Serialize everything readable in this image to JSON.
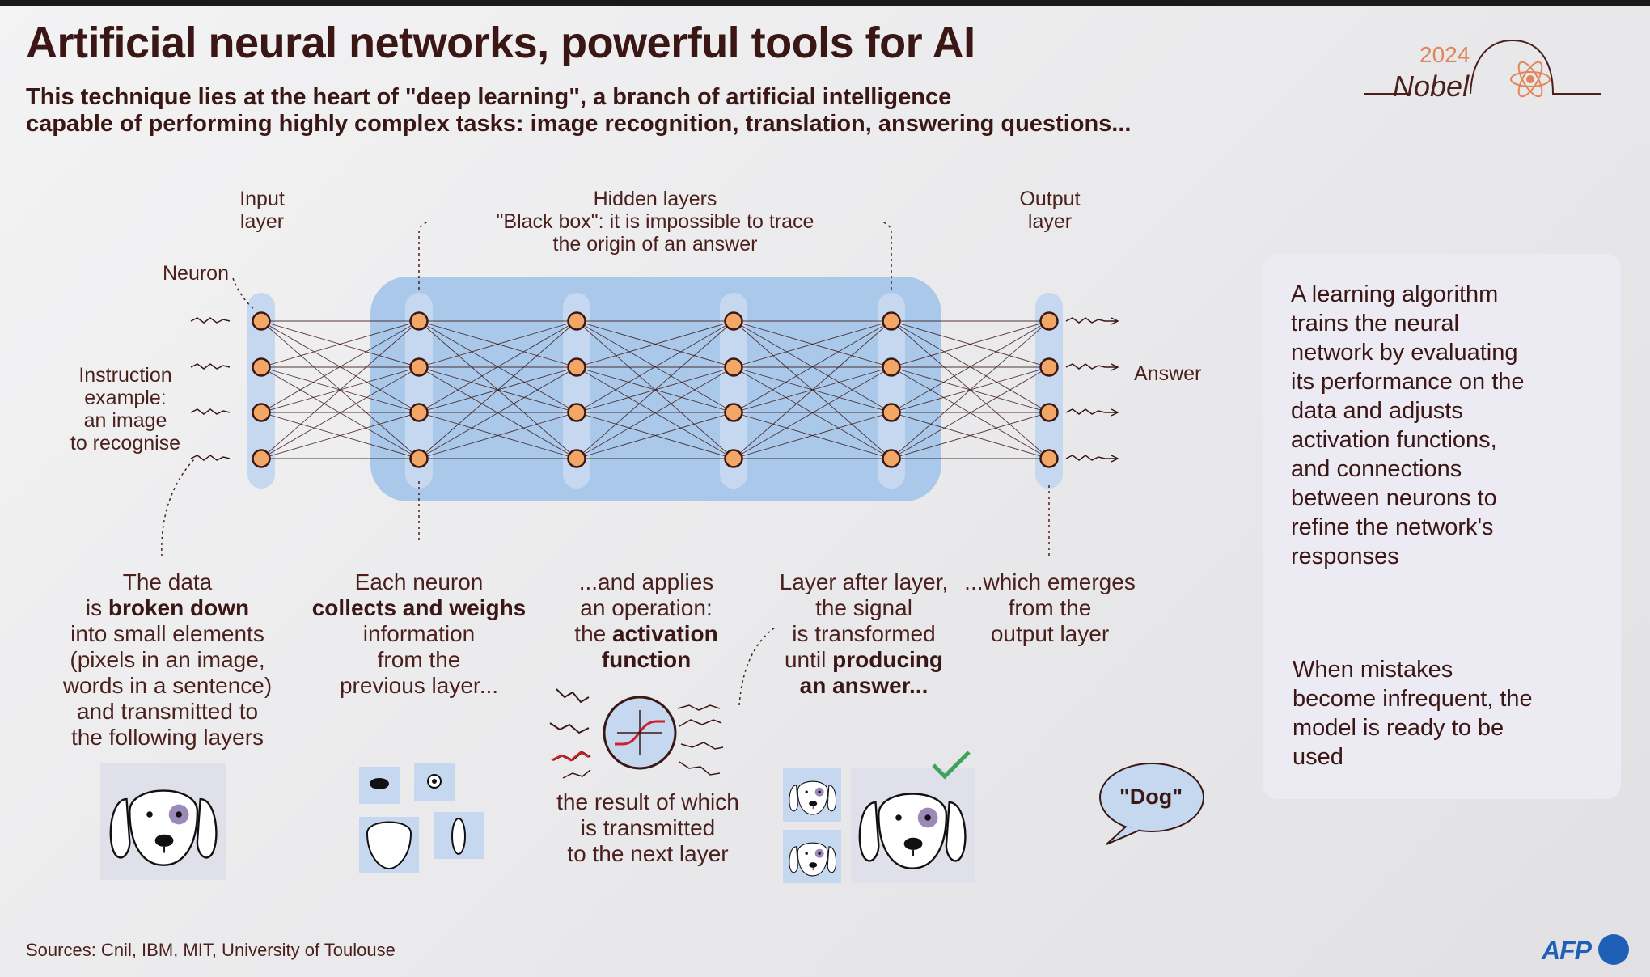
{
  "title": "Artificial neural networks, powerful tools for AI",
  "subtitle_line1": "This technique lies at the heart of \"deep learning\", a branch of artificial intelligence",
  "subtitle_line2": "capable of performing highly complex tasks: image recognition, translation, answering questions...",
  "nobel": {
    "year": "2024",
    "word": "Nobel"
  },
  "labels": {
    "input_layer": "Input\nlayer",
    "hidden_layers": "Hidden layers\n\"Black box\": it is impossible to trace\nthe origin of an answer",
    "output_layer": "Output\nlayer",
    "neuron": "Neuron",
    "instruction": "Instruction\nexample:\nan image\nto recognise",
    "answer": "Answer"
  },
  "steps": {
    "s1": {
      "pre": "The data\nis ",
      "bold": "broken down",
      "post": "\ninto small elements\n(pixels in an image,\nwords in a sentence)\nand transmitted to\nthe following layers"
    },
    "s2": {
      "pre": "Each neuron\n",
      "bold": "collects and weighs",
      "post": "\ninformation\nfrom the\nprevious layer..."
    },
    "s3": {
      "pre": "...and applies\nan operation:\nthe ",
      "bold": "activation\nfunction",
      "post": ""
    },
    "s3b": "the result of which\nis transmitted\nto the next layer",
    "s4": {
      "pre": "Layer after layer,\nthe signal\nis transformed\nuntil ",
      "bold": "producing\nan answer...",
      "post": ""
    },
    "s5": "...which emerges\nfrom the\noutput layer"
  },
  "bubble": "\"Dog\"",
  "panel": {
    "p1": "A learning algorithm trains the neural network by evaluating its performance on the data and adjusts activation functions, and connections between neurons to refine the network's responses",
    "p2": "When mistakes become infrequent, the model is ready to be used"
  },
  "sources": "Sources: Cnil, IBM, MIT, University of Toulouse",
  "logo": "AFP",
  "colors": {
    "neuron": "#f2a766",
    "neuron_stroke": "#3a1715",
    "layer_bar": "#c5d8ef",
    "black_box": "#a9c8ea",
    "accent_green": "#3aa55a",
    "activation_red": "#d0202a",
    "dog_eye": "#9b8ab8"
  }
}
